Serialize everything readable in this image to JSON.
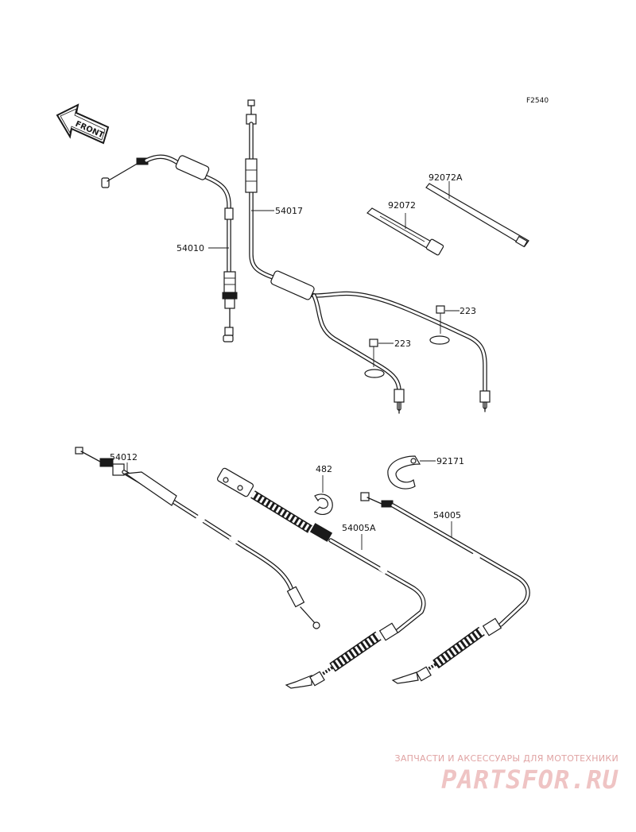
{
  "figure_code": "F2540",
  "front_arrow_label": "FRONT",
  "part_numbers": {
    "p54010": "54010",
    "p54017": "54017",
    "p92072A": "92072A",
    "p92072": "92072",
    "p223a": "223",
    "p223b": "223",
    "p54012": "54012",
    "p482": "482",
    "p92171": "92171",
    "p54005A": "54005A",
    "p54005": "54005"
  },
  "watermark": {
    "tagline": "ЗАПЧАСТИ И АКСЕССУАРЫ ДЛЯ МОТОТЕХНИКИ",
    "logo": "PARTSFOR.RU"
  }
}
